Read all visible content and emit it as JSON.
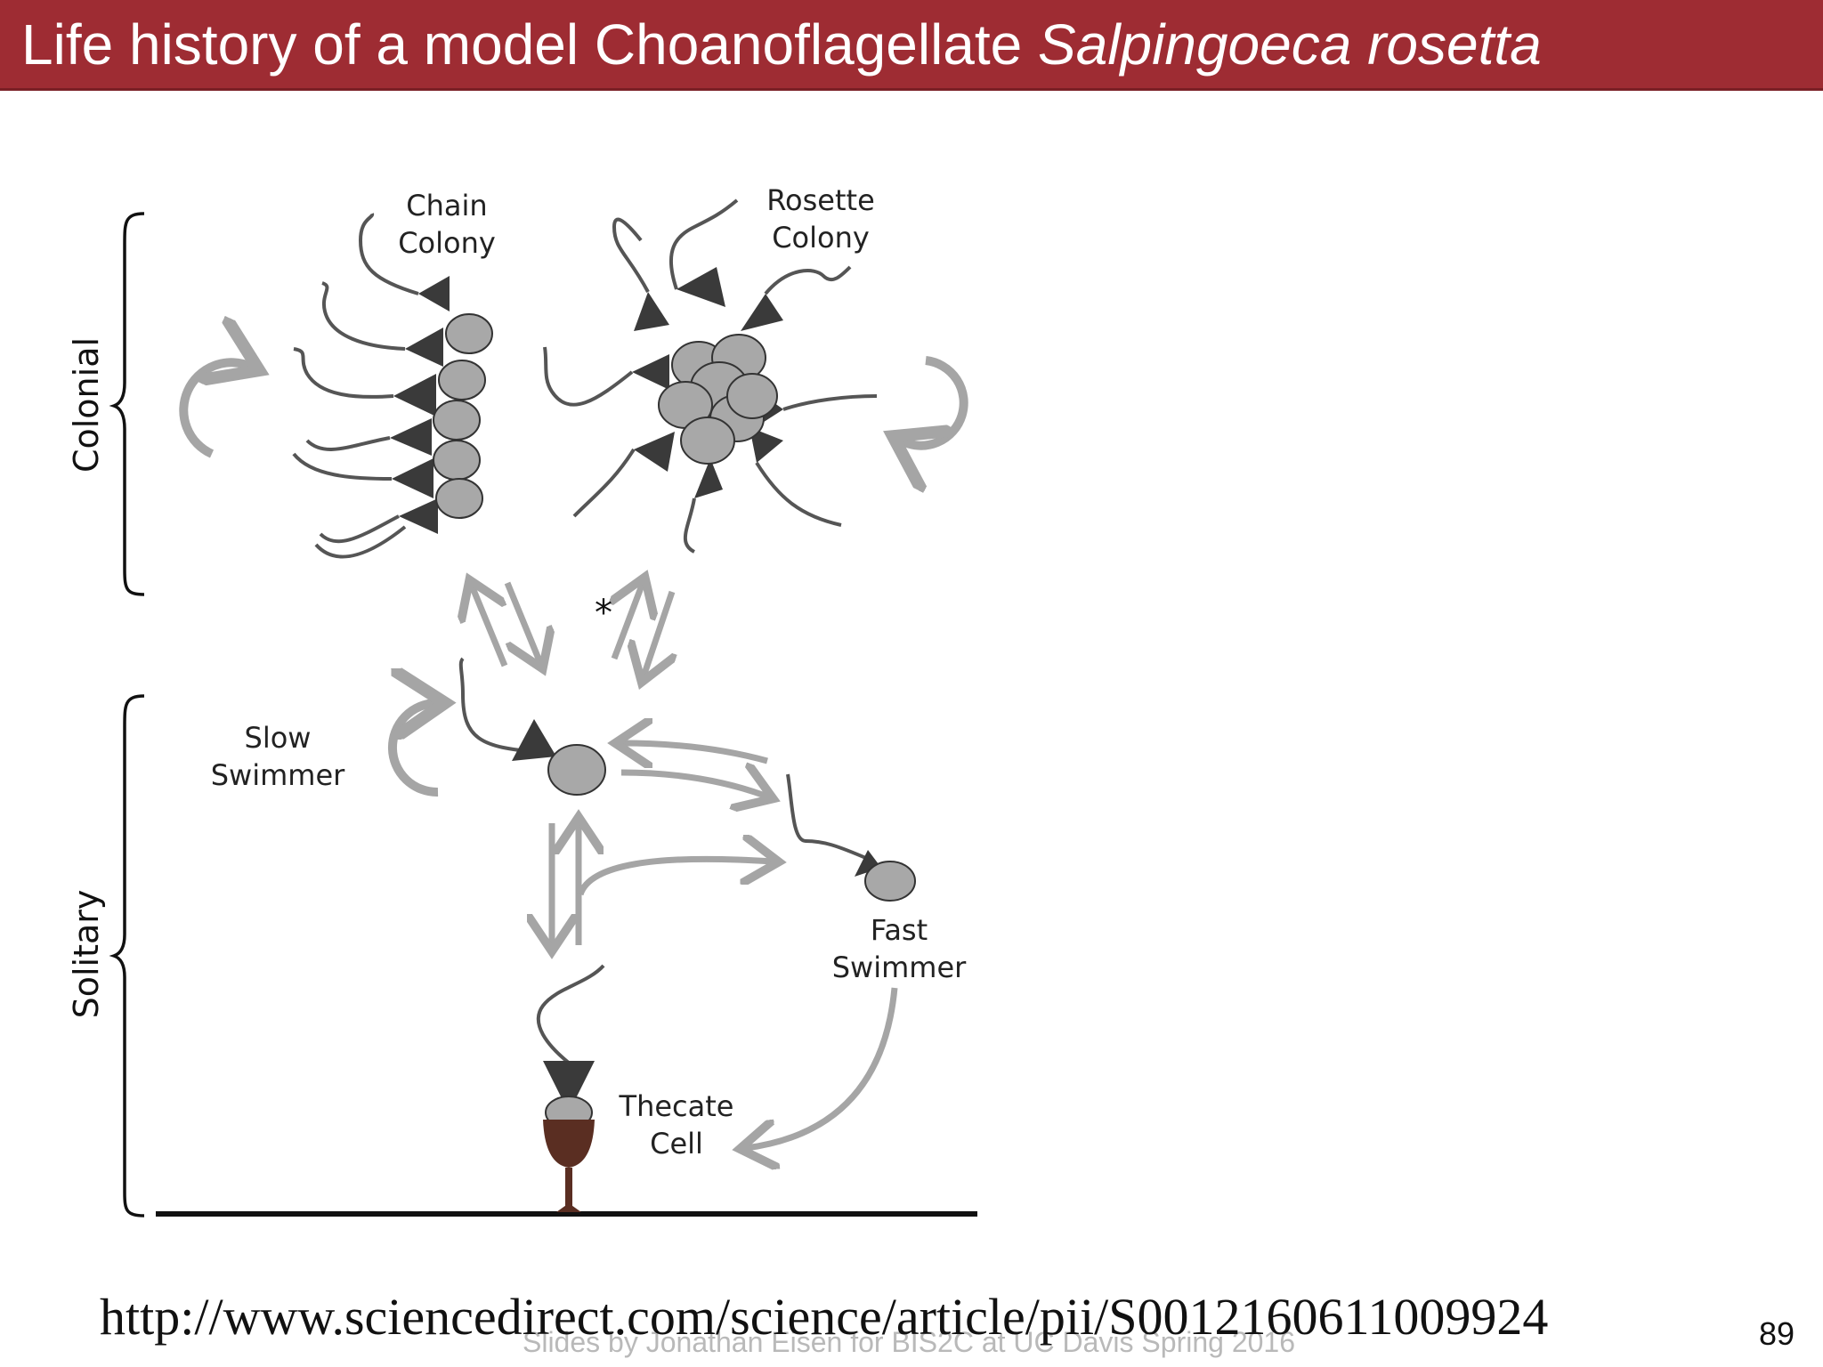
{
  "slide": {
    "title_main": "Life history of a model Choanoflagellate ",
    "title_species": "Salpingoeca rosetta",
    "url": "http://www.sciencedirect.com/science/article/pii/S0012160611009924",
    "footer": "Slides by Jonathan Eisen for BIS2C at UC Davis Spring 2016",
    "page_number": "89"
  },
  "diagram": {
    "group_colonial": "Colonial",
    "group_solitary": "Solitary",
    "chain_colony": [
      "Chain",
      "Colony"
    ],
    "rosette_colony": [
      "Rosette",
      "Colony"
    ],
    "slow_swimmer": [
      "Slow",
      "Swimmer"
    ],
    "fast_swimmer": [
      "Fast",
      "Swimmer"
    ],
    "thecate_cell": [
      "Thecate",
      "Cell"
    ],
    "asterisk": "*",
    "colors": {
      "cell_body": "#a8a8a8",
      "collar": "#3a3a3a",
      "flagellum": "#555555",
      "arrow": "#a5a5a5",
      "theca": "#5a2e22"
    }
  }
}
